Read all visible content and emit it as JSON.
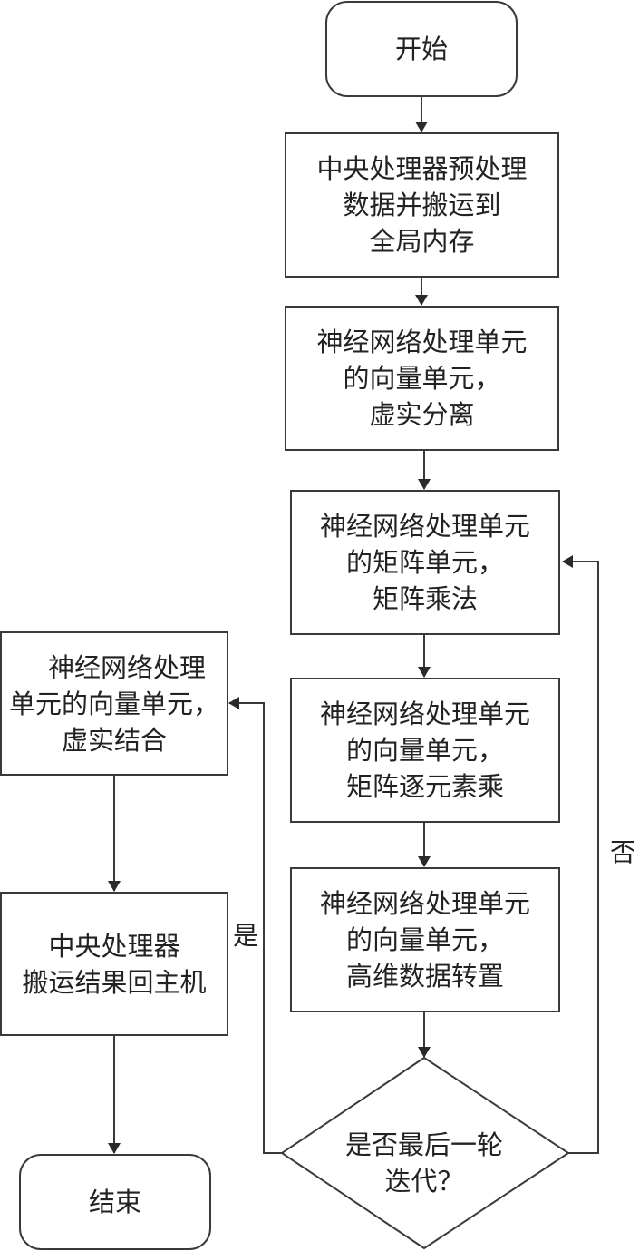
{
  "diagram": {
    "nodes": {
      "start": {
        "type": "terminal",
        "lines": [
          "开始"
        ]
      },
      "cpu_preprocess": {
        "type": "process",
        "lines": [
          "中央处理器预处理",
          "数据并搬运到",
          "全局内存"
        ]
      },
      "vector_split": {
        "type": "process",
        "lines": [
          "神经网络处理单元",
          "的向量单元，",
          "虚实分离"
        ]
      },
      "matrix_mult": {
        "type": "process",
        "lines": [
          "神经网络处理单元",
          "的矩阵单元，",
          "矩阵乘法"
        ]
      },
      "elementwise": {
        "type": "process",
        "lines": [
          "神经网络处理单元",
          "的向量单元，",
          "矩阵逐元素乘"
        ]
      },
      "transpose": {
        "type": "process",
        "lines": [
          "神经网络处理单元",
          "的向量单元，",
          "高维数据转置"
        ]
      },
      "decision": {
        "type": "decision",
        "lines": [
          "是否最后一轮",
          "迭代？"
        ]
      },
      "vector_combine": {
        "type": "process",
        "lines": [
          "神经网络处理",
          "单元的向量单元，",
          "虚实结合"
        ]
      },
      "cpu_return": {
        "type": "process",
        "lines": [
          "中央处理器",
          "搬运结果回主机"
        ]
      },
      "end": {
        "type": "terminal",
        "lines": [
          "结束"
        ]
      }
    },
    "edges": [
      {
        "from": "start",
        "to": "cpu_preprocess",
        "label": ""
      },
      {
        "from": "cpu_preprocess",
        "to": "vector_split",
        "label": ""
      },
      {
        "from": "vector_split",
        "to": "matrix_mult",
        "label": ""
      },
      {
        "from": "matrix_mult",
        "to": "elementwise",
        "label": ""
      },
      {
        "from": "elementwise",
        "to": "transpose",
        "label": ""
      },
      {
        "from": "transpose",
        "to": "decision",
        "label": ""
      },
      {
        "from": "decision",
        "to": "matrix_mult",
        "label": "否"
      },
      {
        "from": "decision",
        "to": "vector_combine",
        "label": "是"
      },
      {
        "from": "vector_combine",
        "to": "cpu_return",
        "label": ""
      },
      {
        "from": "cpu_return",
        "to": "end",
        "label": ""
      }
    ],
    "edge_labels": {
      "yes": "是",
      "no": "否"
    },
    "stroke_color": "#3a3a3a"
  }
}
